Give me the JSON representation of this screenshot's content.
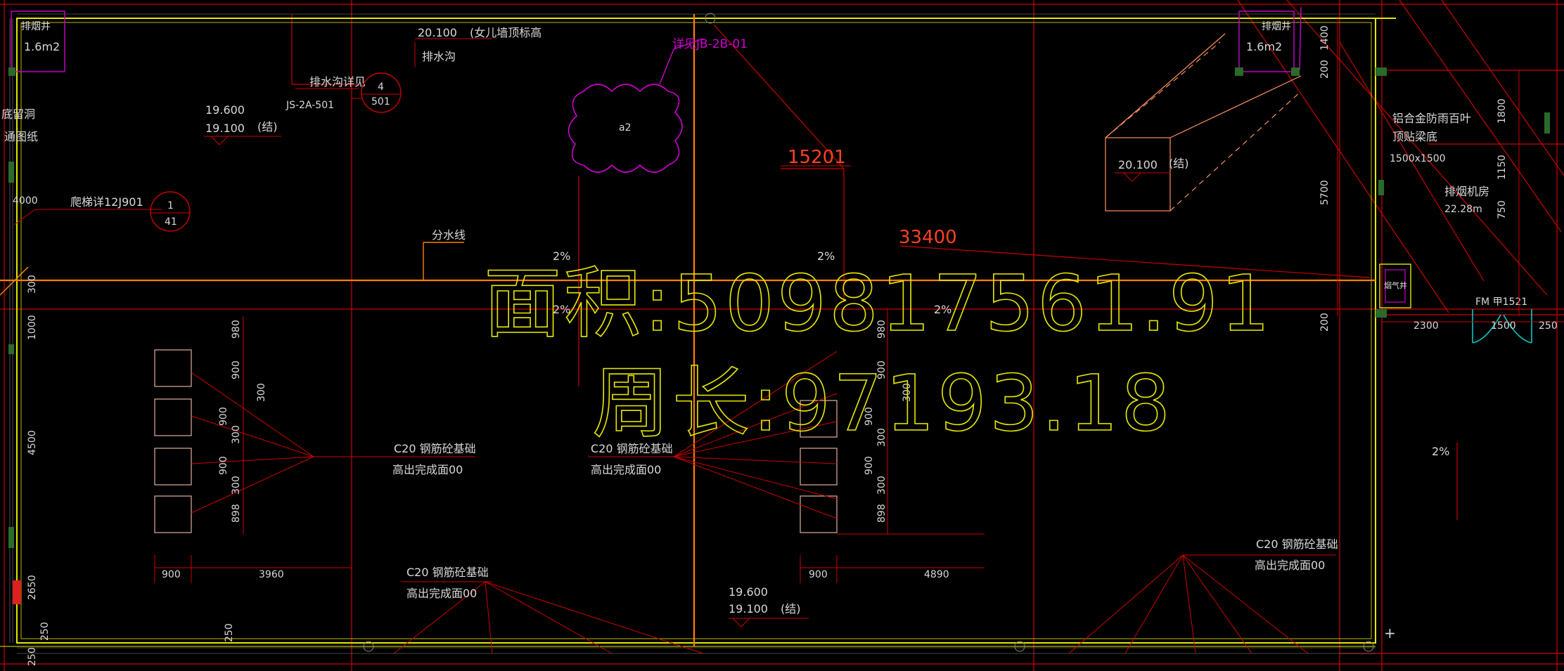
{
  "colors": {
    "background": "#000000",
    "boundary": "#e6e600",
    "axis_line": "#ff8000",
    "grid_line": "#cc0000",
    "cloud": "#cc00cc",
    "text": "#d8d8d8",
    "dim_text": "#d8d8d8",
    "cyan_door": "#00c8c8"
  },
  "overlay": {
    "area": "面积:5098175​61.91",
    "perimeter": "周长:97193.18"
  },
  "labels": {
    "hatch_tl": "排烟井",
    "hatch_tl_area": "1.6m2",
    "hatch_tr": "排烟井",
    "hatch_tr_area": "1.6m2",
    "parapet_elev": "20.100",
    "parapet_note": "(女儿墙顶标高",
    "drain_ditch": "排水沟",
    "drain_detail": "排水沟详见",
    "drain_detail_no": "4",
    "drain_detail_sheet": "501",
    "js_ref": "JS-2A-501",
    "see_ref": "详见JB-2B-01",
    "cloud_mark": "a2",
    "dim_15201": "15201",
    "dim_33400": "33400",
    "elev_19600_l": "19.600",
    "elev_19100_l": "19.100",
    "struct_l": "(结)",
    "hole_left_1": "底留洞",
    "hole_left_2": "通图纸",
    "dim_4000": "4000",
    "ladder": "爬梯详12J901",
    "ladder_no": "1",
    "ladder_sheet": "41",
    "divide_line": "分水线",
    "slope_1": "2%",
    "slope_2": "2%",
    "slope_3": "2%",
    "slope_4": "2%",
    "slope_5": "2%",
    "elev_20100_r": "20.100",
    "struct_r": "(结)",
    "louver_1": "铝合金防雨百叶",
    "louver_2": "顶贴梁底",
    "louver_size": "1500x1500",
    "fan_room": "排烟机房",
    "fan_area": "22.28m",
    "fm_door": "FM 甲1521",
    "well_mark": "烟气井",
    "c20_a_1": "C20  钢筋砼基础",
    "c20_a_2": "高出完成面00",
    "c20_b_1": "C20  钢筋砼基础",
    "c20_b_2": "高出完成面00",
    "c20_c_1": "C20  钢筋砼基础",
    "c20_c_2": "高出完成面00",
    "c20_d_1": "C20  钢筋砼基础",
    "c20_d_2": "高出完成面00",
    "elev_19600_b": "19.600",
    "elev_19100_b": "19.100",
    "struct_b": "(结)"
  },
  "dims": {
    "d900a": "900",
    "d3960": "3960",
    "d900b": "900",
    "d4890": "4890",
    "d980a": "980",
    "d900c": "900",
    "d300a": "300",
    "d900d": "900",
    "d300b": "300",
    "d900e": "900",
    "d300c": "300",
    "d898a": "898",
    "d980b": "980",
    "d900f": "900",
    "d300d": "300",
    "d900g": "900",
    "d300e": "300",
    "d900h": "900",
    "d300f": "300",
    "d898b": "898",
    "d300l": "300",
    "d1000": "1000",
    "d4500": "4500",
    "d2650": "2650",
    "d250a": "250",
    "d250b": "250",
    "d250c": "250",
    "d1400": "1400",
    "d200a": "200",
    "d5700": "5700",
    "d200b": "200",
    "d2300": "2300",
    "d1500": "1500",
    "d250d": "250",
    "d1800": "1800",
    "d1150": "1150",
    "d750": "750"
  }
}
